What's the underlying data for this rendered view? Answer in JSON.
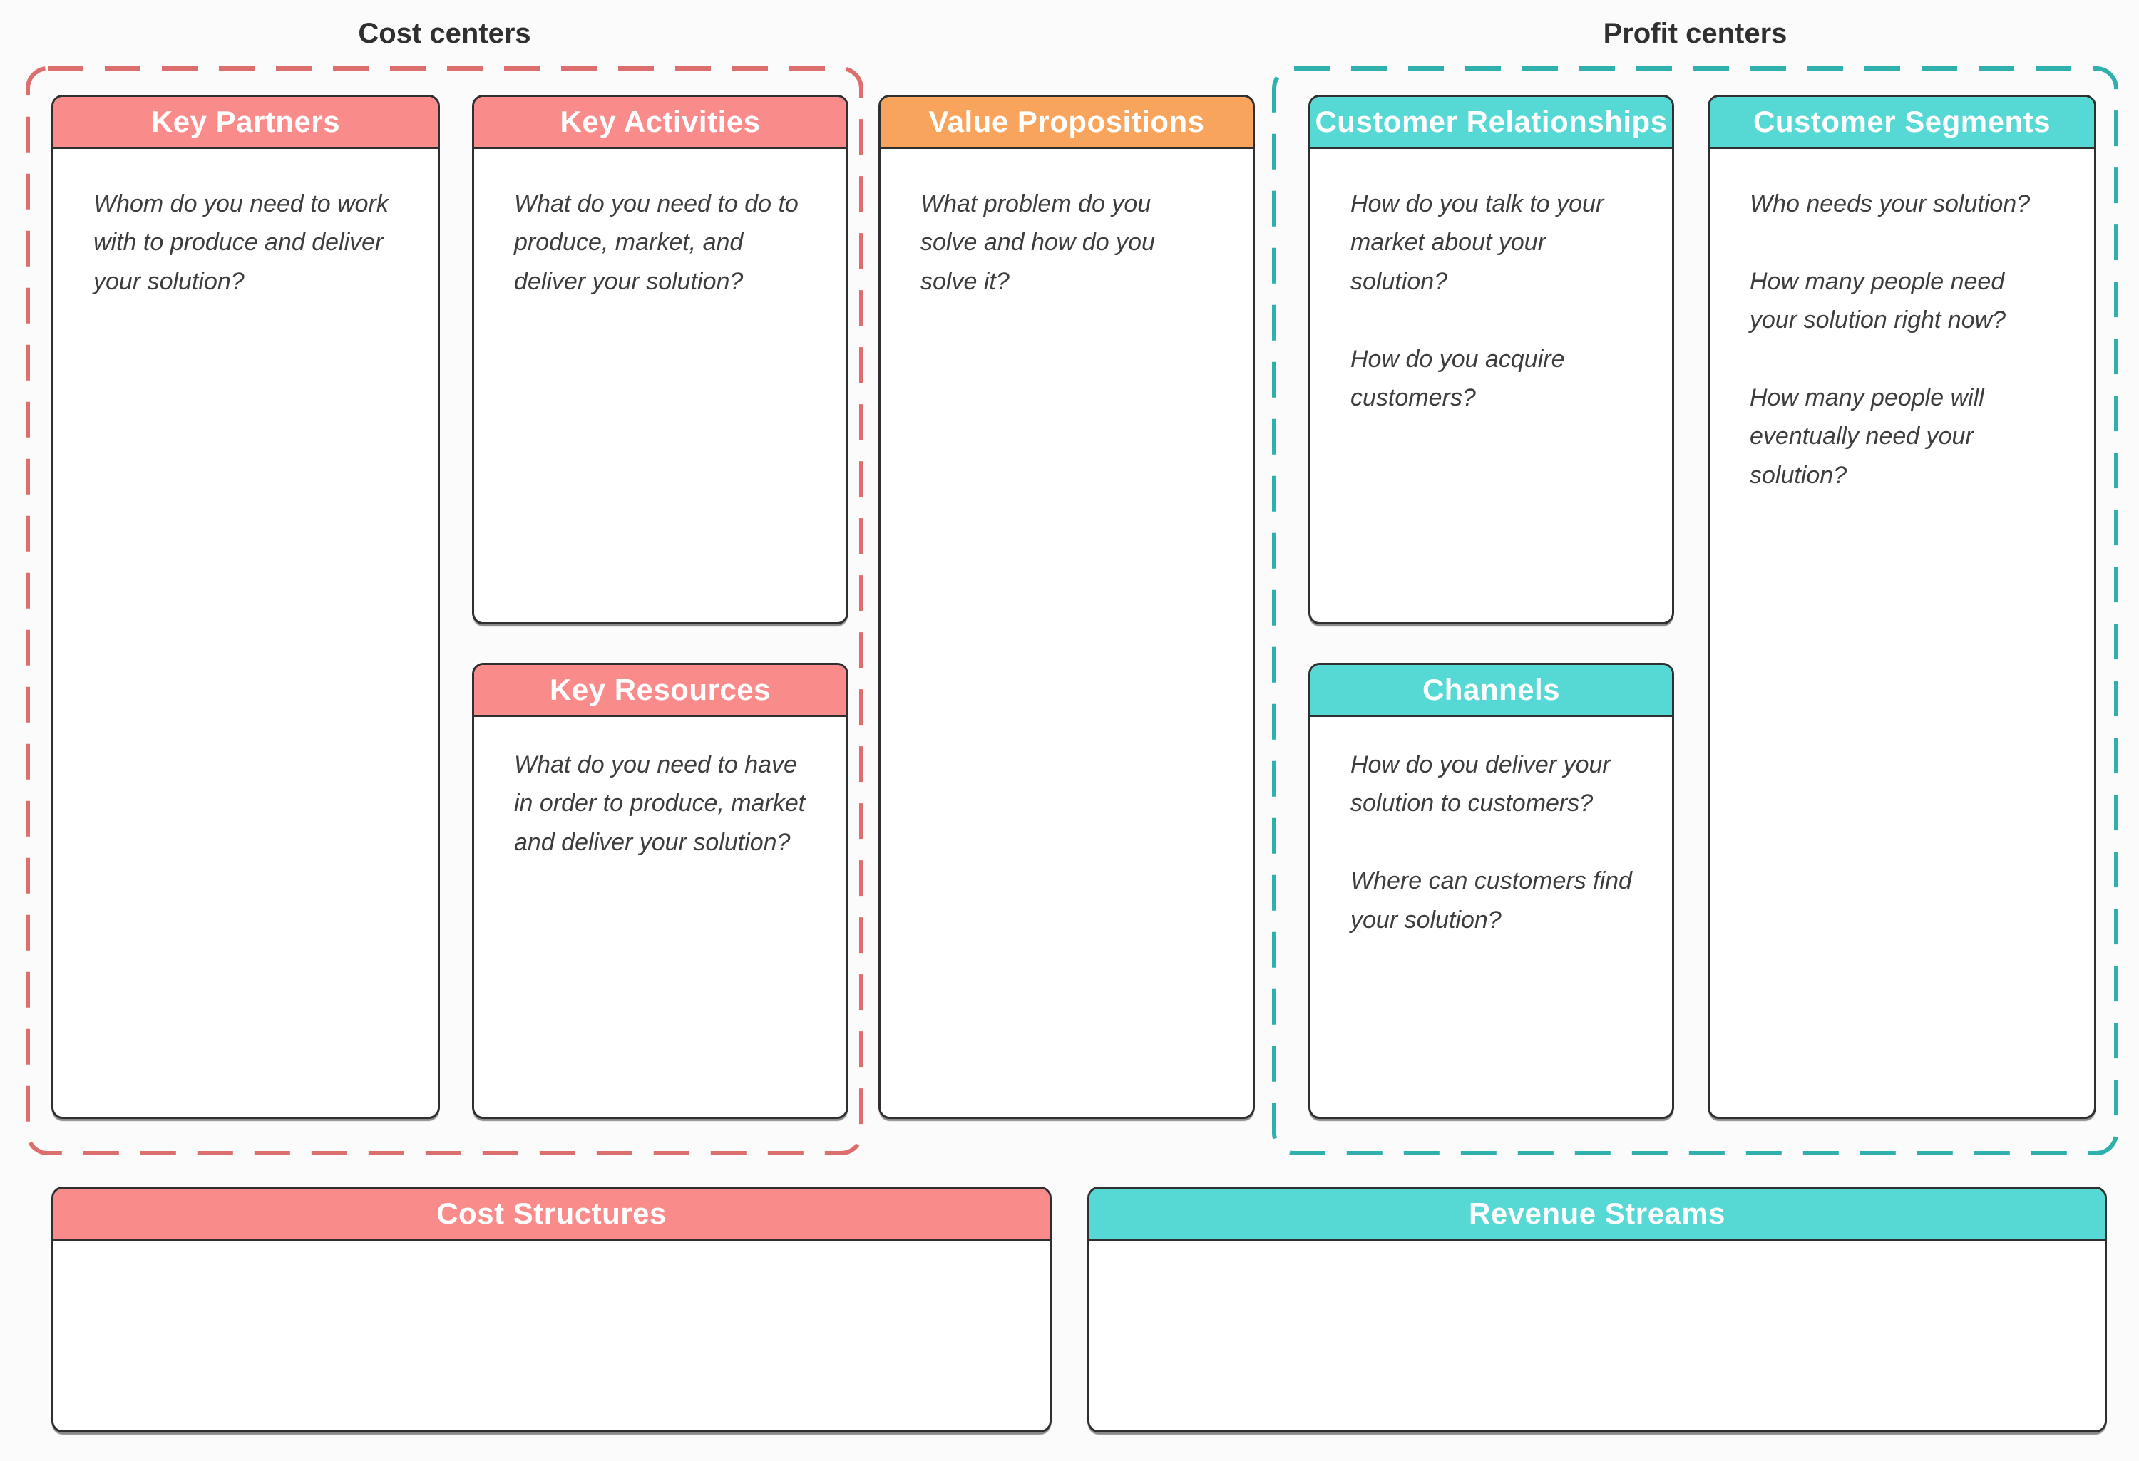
{
  "canvas": {
    "background": "#FCFBFB",
    "card_border_color": "#2F2F2F",
    "body_text_color": "#3D3D3D"
  },
  "groups": {
    "cost": {
      "label": "Cost centers",
      "border_color": "#DD6E6E"
    },
    "profit": {
      "label": "Profit centers",
      "border_color": "#2FB0AC"
    }
  },
  "colors": {
    "coral_header": "#F98B8B",
    "orange_header": "#F8A45C",
    "teal_header": "#56D8D4"
  },
  "cards": {
    "key_partners": {
      "title": "Key Partners",
      "header_color": "#F98B8B",
      "body": [
        "Whom do you need to work with to produce and deliver your solution?"
      ]
    },
    "key_activities": {
      "title": "Key Activities",
      "header_color": "#F98B8B",
      "body": [
        "What do you need to do to produce, market, and deliver your solution?"
      ]
    },
    "key_resources": {
      "title": "Key Resources",
      "header_color": "#F98B8B",
      "body": [
        "What do you need to have in order to produce, market and deliver your solution?"
      ]
    },
    "value_propositions": {
      "title": "Value Propositions",
      "header_color": "#F8A45C",
      "body": [
        "What problem do you solve and how do you solve it?"
      ]
    },
    "customer_relationships": {
      "title": "Customer Relationships",
      "header_color": "#56D8D4",
      "body": [
        "How do you talk to your market about your solution?",
        "How do you acquire customers?"
      ]
    },
    "channels": {
      "title": "Channels",
      "header_color": "#56D8D4",
      "body": [
        "How do you deliver your solution to customers?",
        "Where can customers find your solution?"
      ]
    },
    "customer_segments": {
      "title": "Customer Segments",
      "header_color": "#56D8D4",
      "body": [
        "Who needs your solution?",
        "How many people need your solution right now?",
        "How many people will eventually need your solution?"
      ]
    },
    "cost_structures": {
      "title": "Cost Structures",
      "header_color": "#F98B8B",
      "body": []
    },
    "revenue_streams": {
      "title": "Revenue Streams",
      "header_color": "#56D8D4",
      "body": []
    }
  }
}
